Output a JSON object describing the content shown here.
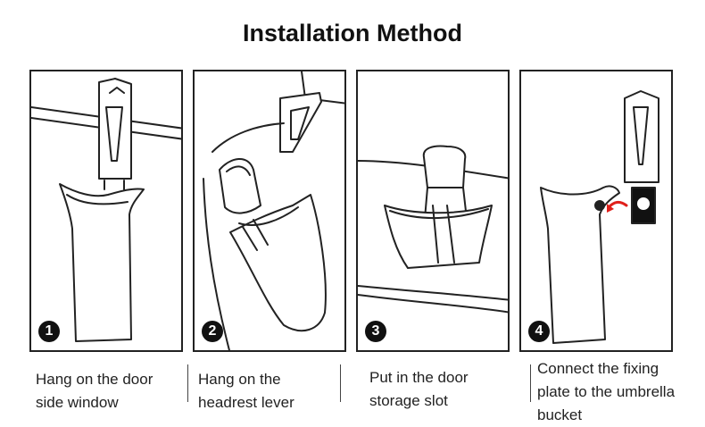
{
  "title": "Installation Method",
  "steps": [
    {
      "number": "1",
      "caption_line1": "Hang on the door",
      "caption_line2": "side window",
      "caption_line3": ""
    },
    {
      "number": "2",
      "caption_line1": "Hang on the",
      "caption_line2": "headrest lever",
      "caption_line3": ""
    },
    {
      "number": "3",
      "caption_line1": "Put in the door",
      "caption_line2": "storage slot",
      "caption_line3": ""
    },
    {
      "number": "4",
      "caption_line1": "Connect the fixing",
      "caption_line2": "plate to the umbrella",
      "caption_line3": "bucket"
    }
  ],
  "colors": {
    "outline": "#222222",
    "arrow": "#e0201b",
    "badge": "#111111"
  }
}
